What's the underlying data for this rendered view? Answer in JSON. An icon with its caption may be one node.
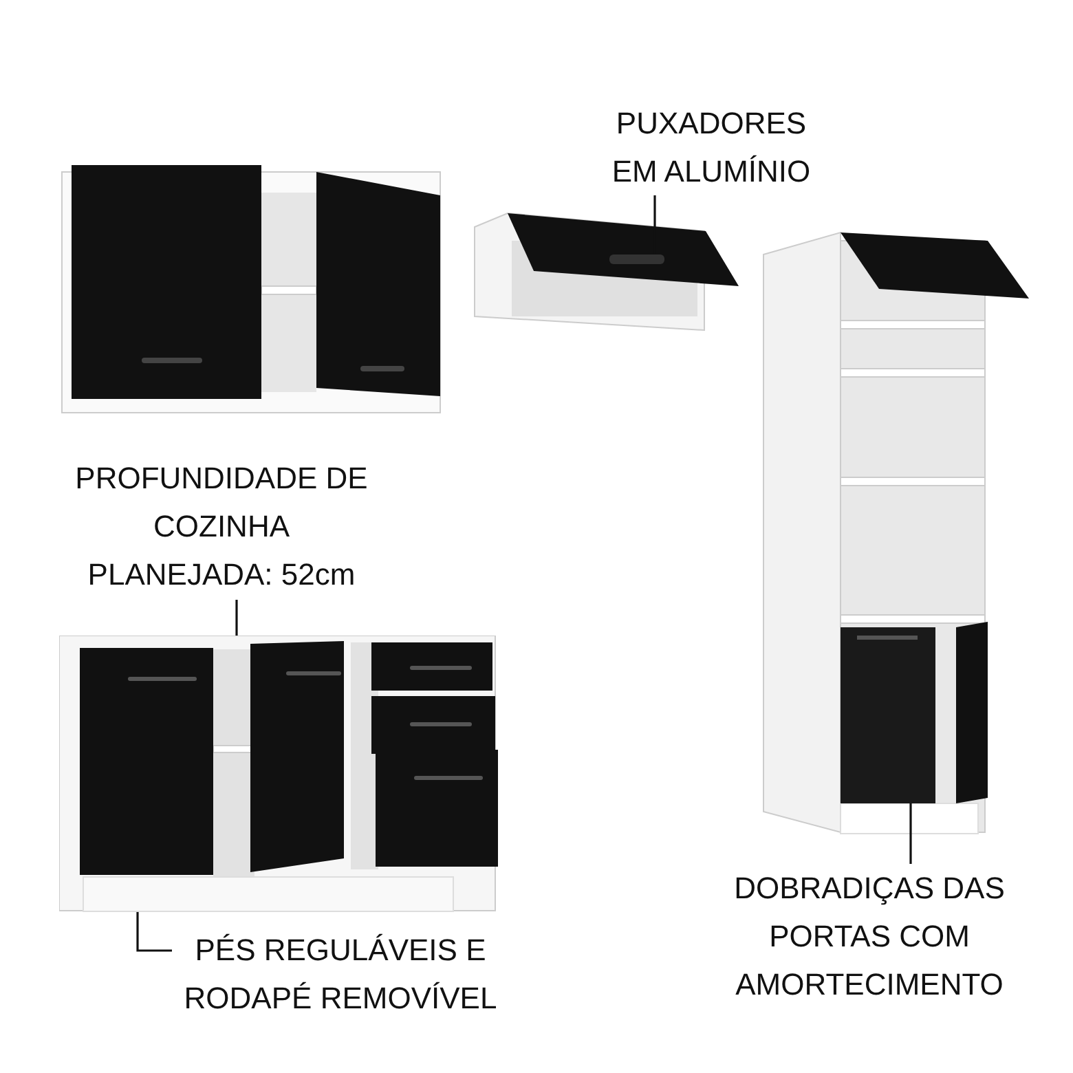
{
  "diagram": {
    "nodes": [
      {
        "text": [
          "PUXADORES EM ALUMÍNIO"
        ]
      },
      {
        "text": [],
        "shape": "bar"
      },
      {
        "text": [
          "PROFUNDIDADE DE COZINHA PLANEJADA: 52cm"
        ]
      },
      {
        "text": [],
        "shape": "picture"
      },
      {
        "text": [],
        "shape": "box"
      },
      {
        "text": [],
        "shape": "bar",
        "in": 3
      },
      {
        "text": [
          "DOBRADIÇAS DAS PORTAS COM AMORTECIMENTO"
        ]
      },
      {
        "text": [
          "PÉS REGULÁVEIS E RODAPÉ REMOVÍVEL"
        ]
      }
    ],
    "edges": [
      {
        "from": 0,
        "to": 1,
        "arrow": "none"
      },
      {
        "from": 2,
        "to": 3,
        "arrow": "none"
      },
      {
        "from": 6,
        "to": 4,
        "arrow": "none"
      },
      {
        "from": 7,
        "to": 5,
        "arrow": "none"
      }
    ]
  }
}
